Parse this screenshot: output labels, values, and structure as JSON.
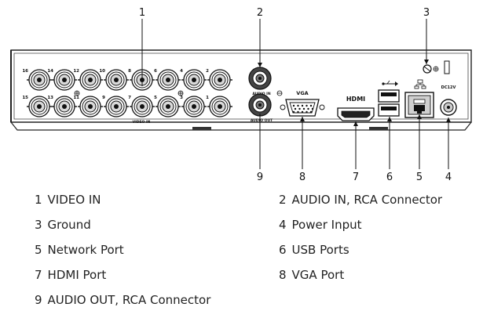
{
  "panel_labels": {
    "video_in": "VIDEO IN",
    "audio_in": "AUDIO IN",
    "audio_out": "AUDIO OUT",
    "vga": "VGA",
    "hdmi": "HDMI",
    "dc": "DC12V"
  },
  "channel_numbers": {
    "top": [
      "16",
      "14",
      "12",
      "10",
      "8",
      "6",
      "4",
      "2"
    ],
    "bottom": [
      "15",
      "13",
      "11",
      "9",
      "7",
      "5",
      "3",
      "1"
    ]
  },
  "callouts": [
    "1",
    "2",
    "3",
    "4",
    "5",
    "6",
    "7",
    "8",
    "9"
  ],
  "legend": [
    {
      "num": "1",
      "text": "VIDEO IN"
    },
    {
      "num": "2",
      "text": "AUDIO IN, RCA Connector"
    },
    {
      "num": "3",
      "text": "Ground"
    },
    {
      "num": "4",
      "text": "Power Input"
    },
    {
      "num": "5",
      "text": "Network Port"
    },
    {
      "num": "6",
      "text": "USB Ports"
    },
    {
      "num": "7",
      "text": "HDMI Port"
    },
    {
      "num": "8",
      "text": "VGA Port"
    },
    {
      "num": "9",
      "text": "AUDIO OUT, RCA Connector"
    }
  ]
}
